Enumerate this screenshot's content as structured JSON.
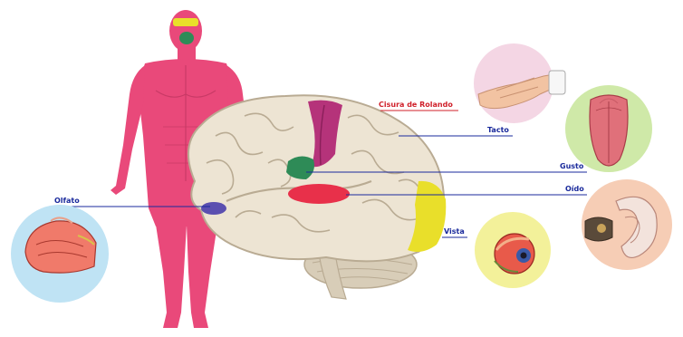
{
  "labels": {
    "rolando": "Cisura de Rolando",
    "tacto": "Tacto",
    "gusto": "Gusto",
    "oido": "Oído",
    "vista": "Vista",
    "olfato": "Olfato"
  },
  "colors": {
    "body": "#e9497a",
    "body_shade": "#c93a66",
    "brain": "#ede4d3",
    "brain_fold": "#b9ab93",
    "cerebellum": "#d8cdb8",
    "touch_area": "#b5337a",
    "taste_area": "#2e8b57",
    "hearing_area": "#e8304a",
    "vision_area": "#e9df2a",
    "smell_area": "#5b4fb0",
    "label_blue": "#1a2a9c",
    "label_red": "#d0202a",
    "circle_touch": "#f4d6e4",
    "circle_taste": "#cfe9a8",
    "circle_hearing": "#f6cdb5",
    "circle_vision": "#f3f19a",
    "circle_smell": "#bfe3f4"
  },
  "icons": [
    "hand-icon",
    "tongue-icon",
    "ear-icon",
    "eye-icon",
    "nose-icon"
  ]
}
